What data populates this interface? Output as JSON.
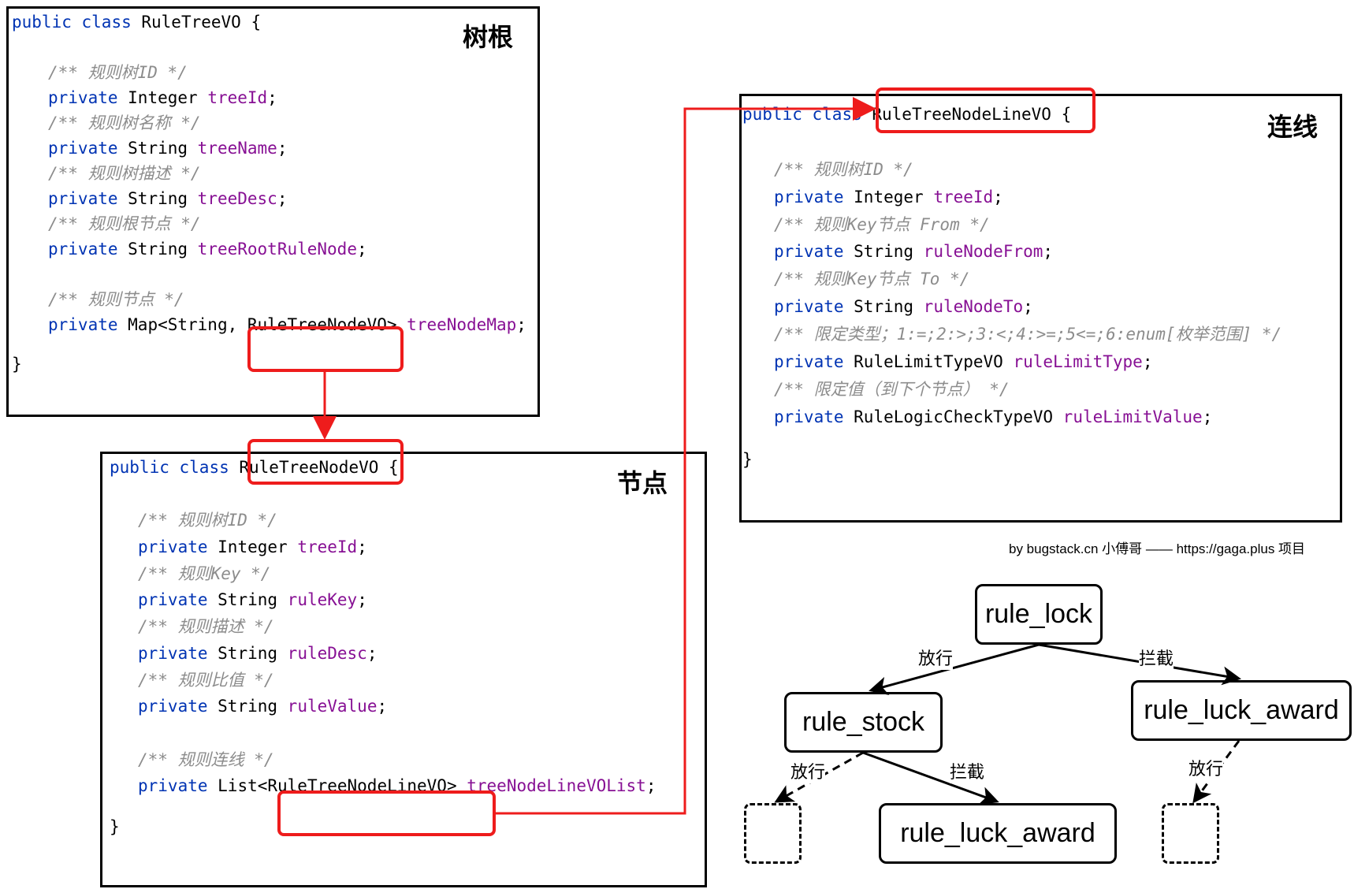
{
  "panels": {
    "root": {
      "tag": "树根",
      "decl": [
        "public",
        " ",
        "class",
        " RuleTreeVO {"
      ],
      "lines": [
        [],
        [
          [
            "cmt",
            "/** 规则树ID */"
          ]
        ],
        [
          [
            "kw",
            "private"
          ],
          [
            "txt",
            " Integer "
          ],
          [
            "fld",
            "treeId"
          ],
          [
            "txt",
            ";"
          ]
        ],
        [
          [
            "cmt",
            "/** 规则树名称 */"
          ]
        ],
        [
          [
            "kw",
            "private"
          ],
          [
            "txt",
            " String "
          ],
          [
            "fld",
            "treeName"
          ],
          [
            "txt",
            ";"
          ]
        ],
        [
          [
            "cmt",
            "/** 规则树描述 */"
          ]
        ],
        [
          [
            "kw",
            "private"
          ],
          [
            "txt",
            " String "
          ],
          [
            "fld",
            "treeDesc"
          ],
          [
            "txt",
            ";"
          ]
        ],
        [
          [
            "cmt",
            "/** 规则根节点 */"
          ]
        ],
        [
          [
            "kw",
            "private"
          ],
          [
            "txt",
            " String "
          ],
          [
            "fld",
            "treeRootRuleNode"
          ],
          [
            "txt",
            ";"
          ]
        ],
        [],
        [
          [
            "cmt",
            "/** 规则节点 */"
          ]
        ],
        [
          [
            "kw",
            "private"
          ],
          [
            "txt",
            " Map<String, RuleTreeNodeVO> "
          ],
          [
            "fld",
            "treeNodeMap"
          ],
          [
            "txt",
            ";"
          ]
        ]
      ],
      "close": "}"
    },
    "node": {
      "tag": "节点",
      "decl": [
        "public",
        " ",
        "class",
        " RuleTreeNodeVO {"
      ],
      "lines": [
        [],
        [
          [
            "cmt",
            "/** 规则树ID */"
          ]
        ],
        [
          [
            "kw",
            "private"
          ],
          [
            "txt",
            " Integer "
          ],
          [
            "fld",
            "treeId"
          ],
          [
            "txt",
            ";"
          ]
        ],
        [
          [
            "cmt",
            "/** 规则Key */"
          ]
        ],
        [
          [
            "kw",
            "private"
          ],
          [
            "txt",
            " String "
          ],
          [
            "fld",
            "ruleKey"
          ],
          [
            "txt",
            ";"
          ]
        ],
        [
          [
            "cmt",
            "/** 规则描述 */"
          ]
        ],
        [
          [
            "kw",
            "private"
          ],
          [
            "txt",
            " String "
          ],
          [
            "fld",
            "ruleDesc"
          ],
          [
            "txt",
            ";"
          ]
        ],
        [
          [
            "cmt",
            "/** 规则比值 */"
          ]
        ],
        [
          [
            "kw",
            "private"
          ],
          [
            "txt",
            " String "
          ],
          [
            "fld",
            "ruleValue"
          ],
          [
            "txt",
            ";"
          ]
        ],
        [],
        [
          [
            "cmt",
            "/** 规则连线 */"
          ]
        ],
        [
          [
            "kw",
            "private"
          ],
          [
            "txt",
            " List<RuleTreeNodeLineVO> "
          ],
          [
            "fld",
            "treeNodeLineVOList"
          ],
          [
            "txt",
            ";"
          ]
        ]
      ],
      "close": "}"
    },
    "line": {
      "tag": "连线",
      "decl": [
        "public",
        " ",
        "class",
        " RuleTreeNodeLineVO {"
      ],
      "lines": [
        [],
        [
          [
            "cmt",
            "/** 规则树ID */"
          ]
        ],
        [
          [
            "kw",
            "private"
          ],
          [
            "txt",
            " Integer "
          ],
          [
            "fld",
            "treeId"
          ],
          [
            "txt",
            ";"
          ]
        ],
        [
          [
            "cmt",
            "/** 规则Key节点 From */"
          ]
        ],
        [
          [
            "kw",
            "private"
          ],
          [
            "txt",
            " String "
          ],
          [
            "fld",
            "ruleNodeFrom"
          ],
          [
            "txt",
            ";"
          ]
        ],
        [
          [
            "cmt",
            "/** 规则Key节点 To */"
          ]
        ],
        [
          [
            "kw",
            "private"
          ],
          [
            "txt",
            " String "
          ],
          [
            "fld",
            "ruleNodeTo"
          ],
          [
            "txt",
            ";"
          ]
        ],
        [
          [
            "cmt",
            "/** 限定类型；1:=;2:>;3:<;4:>=;5<=;6:enum[枚举范围] */"
          ]
        ],
        [
          [
            "kw",
            "private"
          ],
          [
            "txt",
            " RuleLimitTypeVO "
          ],
          [
            "fld",
            "ruleLimitType"
          ],
          [
            "txt",
            ";"
          ]
        ],
        [
          [
            "cmt",
            "/** 限定值（到下个节点） */"
          ]
        ],
        [
          [
            "kw",
            "private"
          ],
          [
            "txt",
            " RuleLogicCheckTypeVO "
          ],
          [
            "fld",
            "ruleLimitValue"
          ],
          [
            "txt",
            ";"
          ]
        ]
      ],
      "close": "}"
    }
  },
  "credit": "by bugstack.cn 小傅哥 —— https://gaga.plus 项目",
  "tree": {
    "nodes": {
      "rule_lock": "rule_lock",
      "rule_stock": "rule_stock",
      "rule_luck_award_right": "rule_luck_award",
      "rule_luck_award_bottom": "rule_luck_award"
    },
    "edges": {
      "lock_to_stock": "放行",
      "lock_to_award": "拦截",
      "stock_to_empty": "放行",
      "stock_to_award": "拦截",
      "award_to_empty": "放行"
    }
  }
}
